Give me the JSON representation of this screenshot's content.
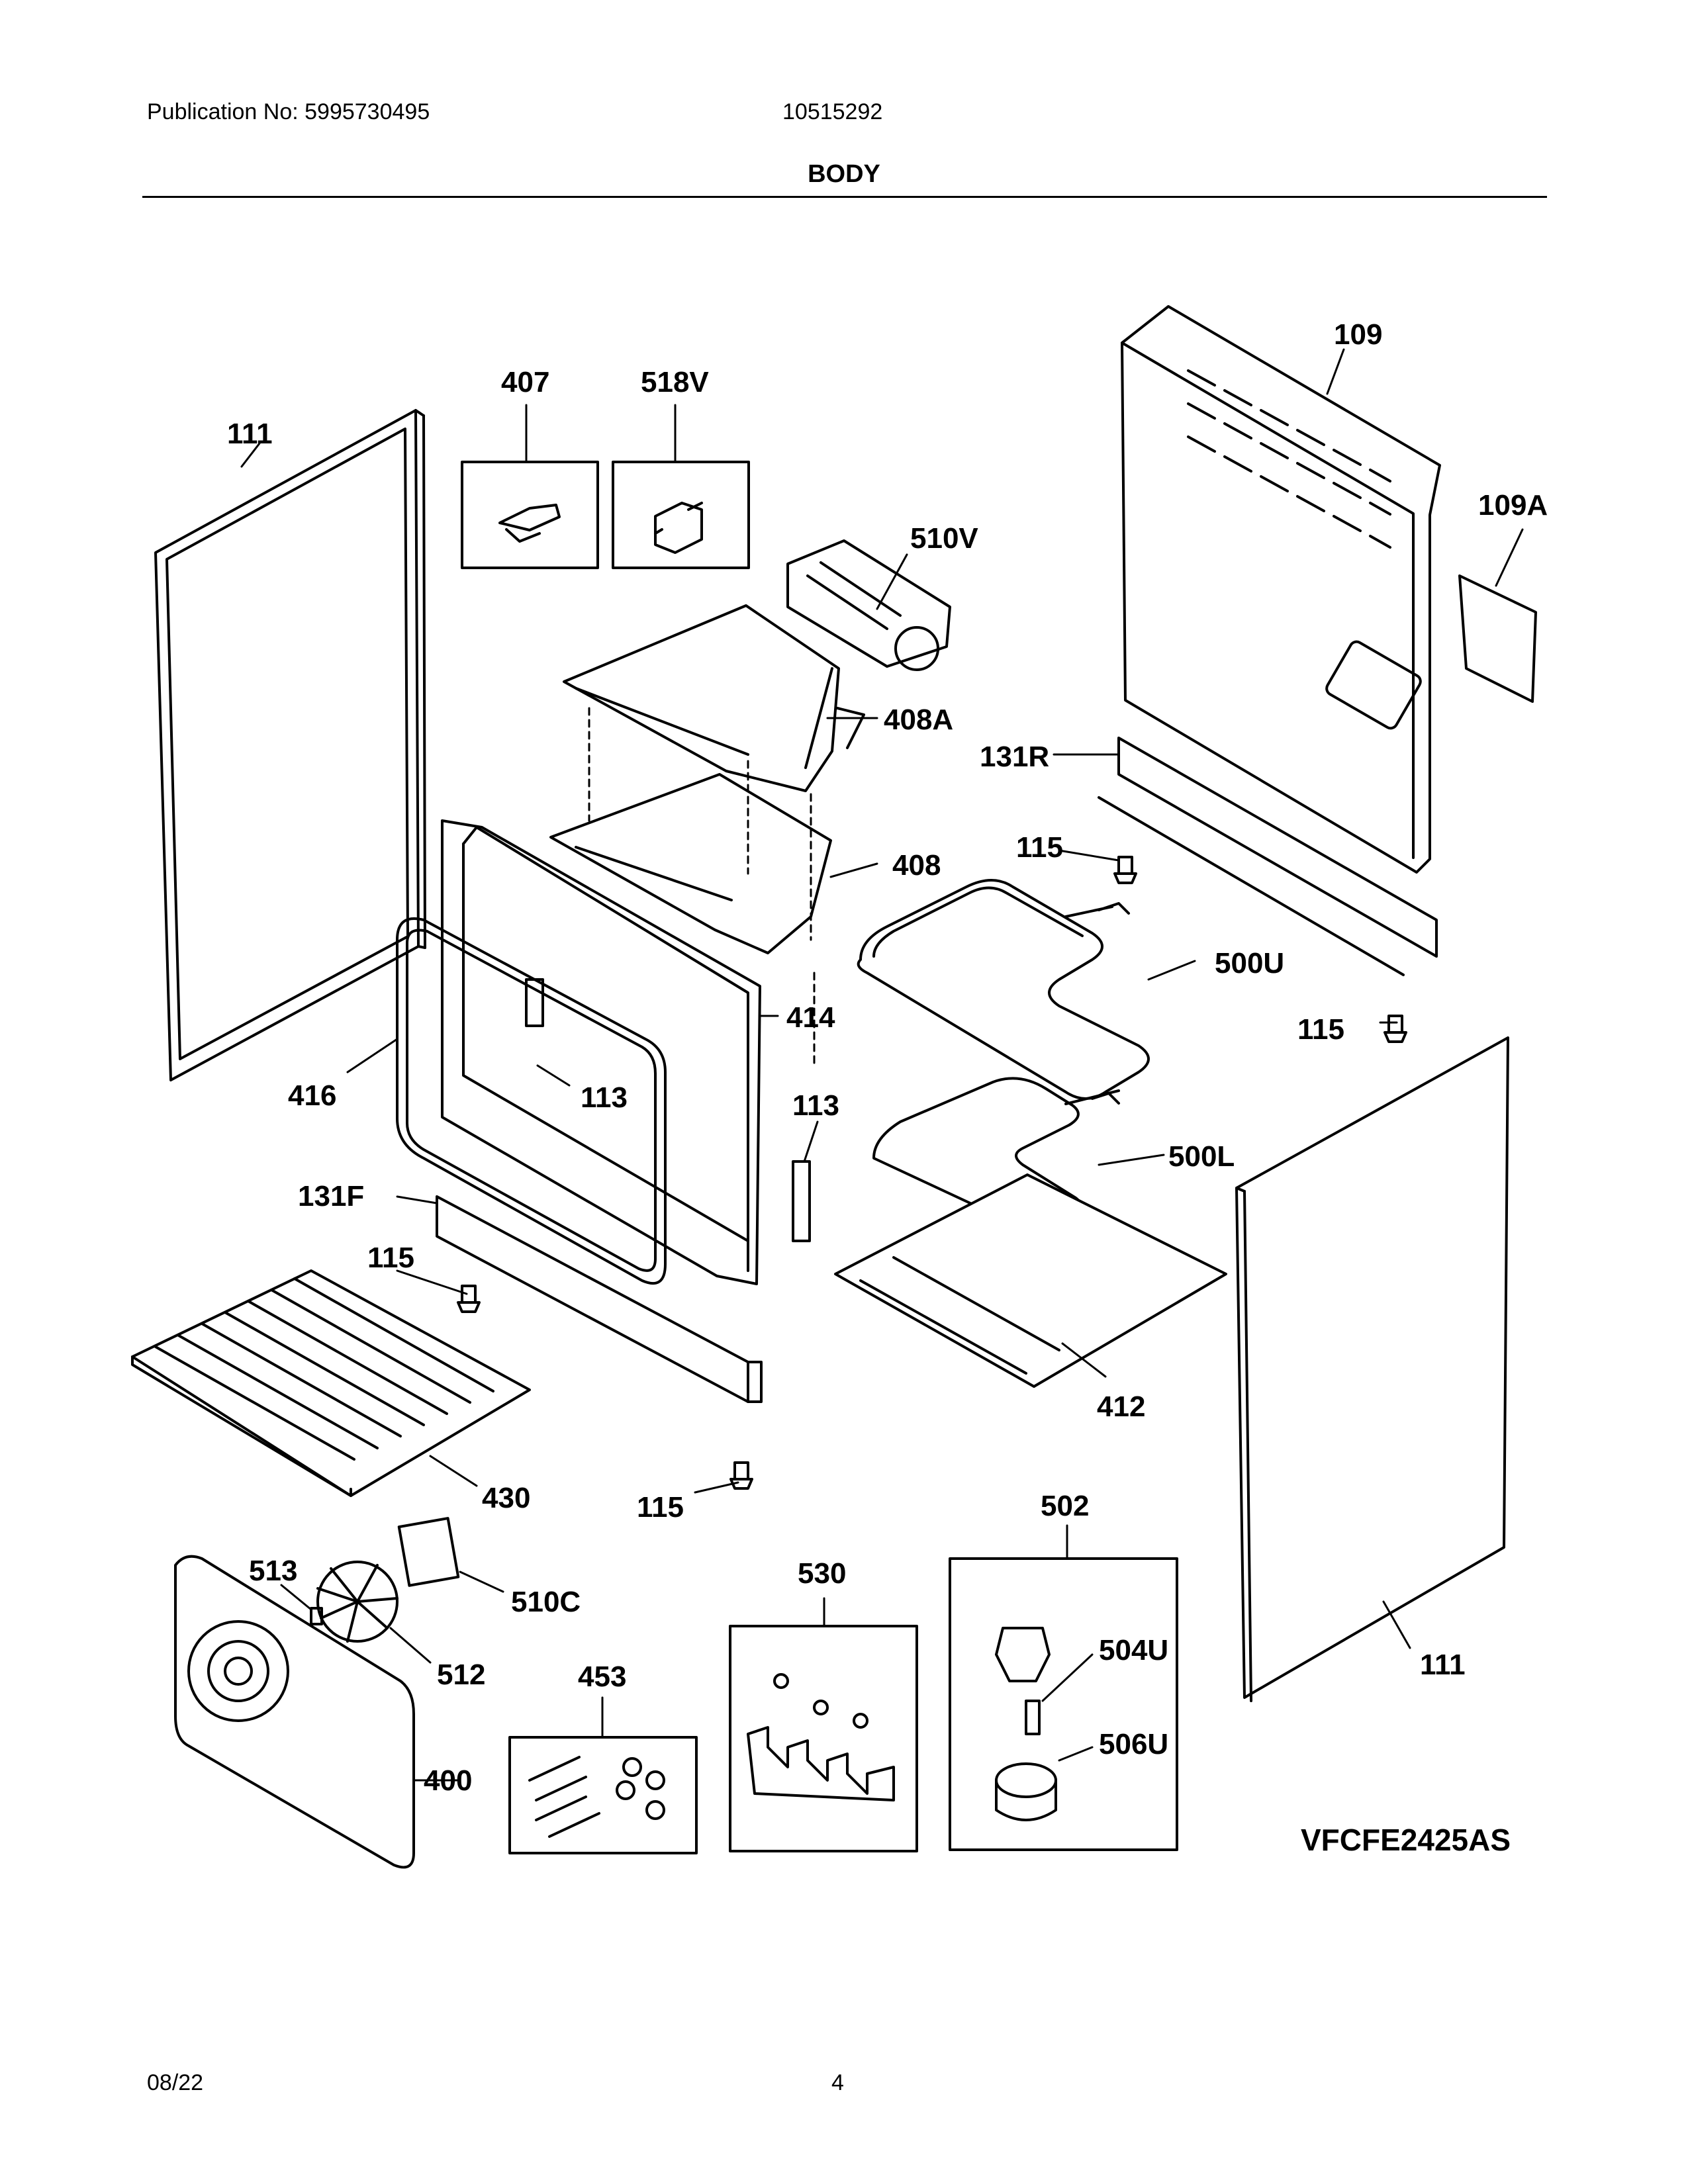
{
  "header": {
    "publication": "Publication No: 5995730495",
    "document_number": "10515292",
    "section_title": "BODY"
  },
  "footer": {
    "date": "08/22",
    "page": "4"
  },
  "model": "VFCFE2425AS",
  "labels": {
    "p109": "109",
    "p109A": "109A",
    "p407": "407",
    "p518V": "518V",
    "p111_left": "111",
    "p111_right": "111",
    "p510V": "510V",
    "p408A": "408A",
    "p131R": "131R",
    "p115_a": "115",
    "p115_b": "115",
    "p115_c": "115",
    "p115_d": "115",
    "p408": "408",
    "p500U": "500U",
    "p414": "414",
    "p416": "416",
    "p113_a": "113",
    "p113_b": "113",
    "p500L": "500L",
    "p131F": "131F",
    "p412": "412",
    "p430": "430",
    "p502": "502",
    "p513": "513",
    "p510C": "510C",
    "p530": "530",
    "p504U": "504U",
    "p512": "512",
    "p453": "453",
    "p506U": "506U",
    "p400": "400"
  }
}
